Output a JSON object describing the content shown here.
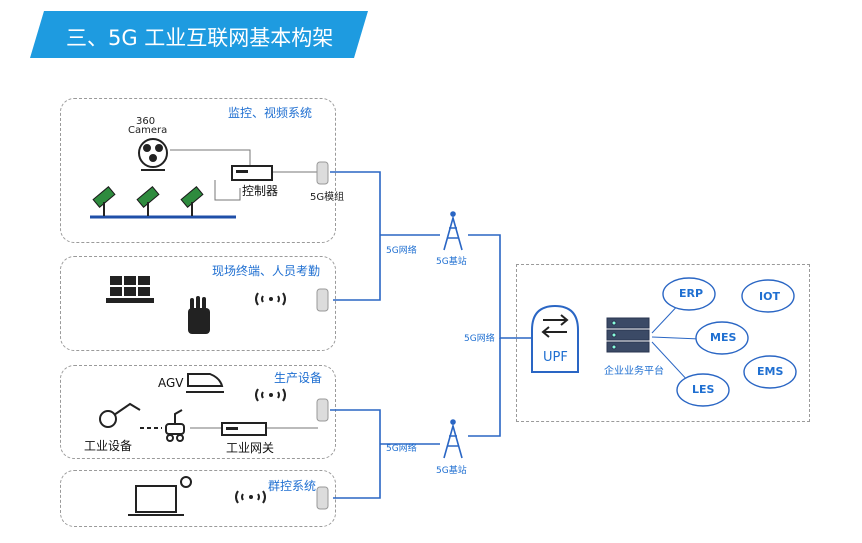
{
  "banner": {
    "title": "三、5G 工业互联网基本构架"
  },
  "panels": {
    "monitor": {
      "label": "监控、视频系统",
      "camera_text_1": "360",
      "camera_text_2": "Camera",
      "controller": "控制器",
      "module": "5G模组"
    },
    "terminal": {
      "label": "现场终端、人员考勤"
    },
    "production": {
      "label": "生产设备",
      "agv": "AGV",
      "equipment": "工业设备",
      "gateway": "工业网关"
    },
    "group": {
      "label": "群控系统"
    }
  },
  "network": {
    "net_label_1": "5G网络",
    "net_label_2": "5G网络",
    "net_label_3": "5G网络",
    "station_1": "5G基站",
    "station_2": "5G基站"
  },
  "enterprise": {
    "upf": "UPF",
    "platform": "企业业务平台",
    "clouds": {
      "erp": "ERP",
      "iot": "IOT",
      "mes": "MES",
      "ems": "EMS",
      "les": "LES"
    }
  },
  "colors": {
    "banner": "#1e9be0",
    "accent": "#1f6fd1",
    "line": "#2a66c4"
  }
}
